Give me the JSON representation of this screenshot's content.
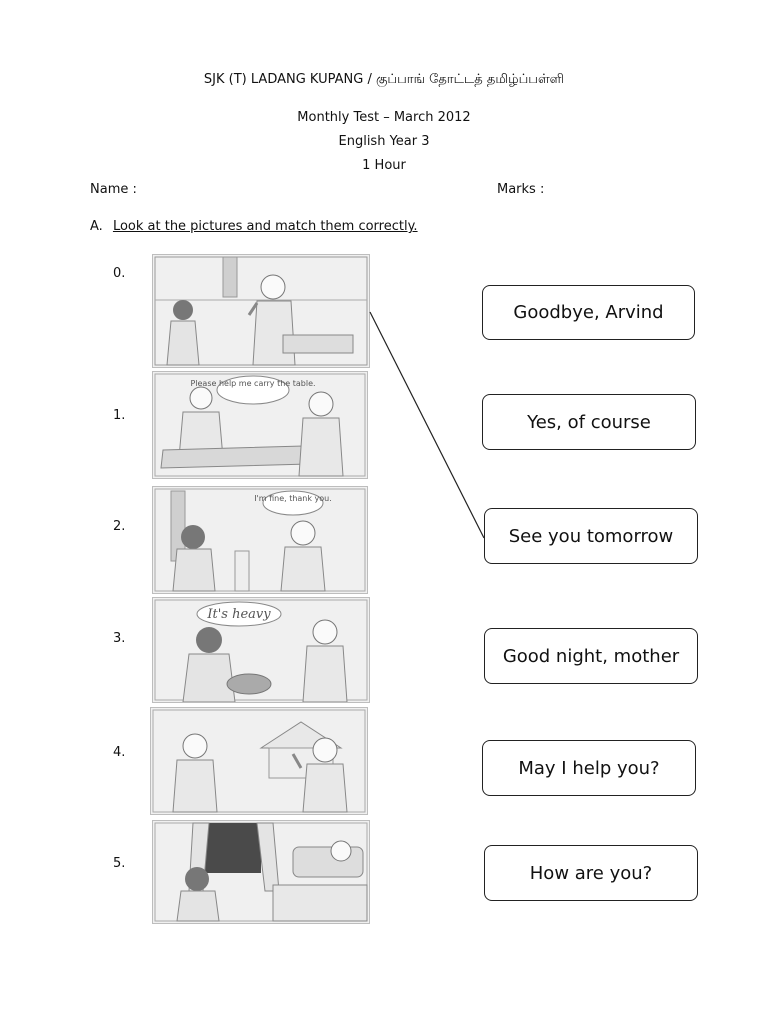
{
  "header": {
    "school": "SJK (T) LADANG KUPANG / குப்பாங் தோட்டத் தமிழ்ப்பள்ளி",
    "test": "Monthly Test – March 2012",
    "subject": "English Year 3",
    "duration": "1 Hour",
    "name_label": "Name :",
    "marks_label": "Marks :"
  },
  "section": {
    "letter": "A.",
    "instruction": "Look at the pictures and match them correctly."
  },
  "questions": [
    {
      "number": "0.",
      "bubble": ""
    },
    {
      "number": "1.",
      "bubble": "Please help me carry the table."
    },
    {
      "number": "2.",
      "bubble": "I'm fine, thank you."
    },
    {
      "number": "3.",
      "bubble": "It's heavy"
    },
    {
      "number": "4.",
      "bubble": ""
    },
    {
      "number": "5.",
      "bubble": ""
    }
  ],
  "choices": [
    "Goodbye, Arvind",
    "Yes, of course",
    "See you tomorrow",
    "Good night, mother",
    "May I help you?",
    "How are you?"
  ],
  "example_match": {
    "question": "0.",
    "answer": "See you tomorrow"
  }
}
